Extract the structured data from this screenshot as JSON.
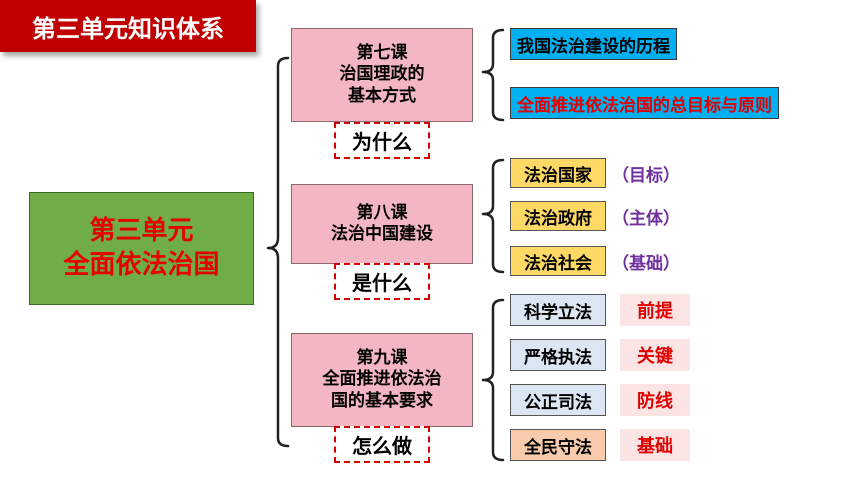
{
  "header": {
    "title": "第三单元知识体系"
  },
  "unit": {
    "line1": "第三单元",
    "line2": "全面依法治国"
  },
  "lessons": [
    {
      "lines": [
        "第七课",
        "治国理政的",
        "基本方式"
      ],
      "question": "为什么",
      "items": [
        "我国法治建设的历程",
        "全面推进依法治国的总目标与原则"
      ]
    },
    {
      "lines": [
        "第八课",
        "法治中国建设"
      ],
      "question": "是什么",
      "items": [
        {
          "label": "法治国家",
          "note": "（目标）"
        },
        {
          "label": "法治政府",
          "note": "（主体）"
        },
        {
          "label": "法治社会",
          "note": "（基础）"
        }
      ]
    },
    {
      "lines": [
        "第九课",
        "全面推进依法治",
        "国的基本要求"
      ],
      "question": "怎么做",
      "items": [
        {
          "label": "科学立法",
          "tag": "前提"
        },
        {
          "label": "严格执法",
          "tag": "关键"
        },
        {
          "label": "公正司法",
          "tag": "防线"
        },
        {
          "label": "全民守法",
          "tag": "基础"
        }
      ]
    }
  ],
  "colors": {
    "banner": "#c00000",
    "unit_box": "#70ad47",
    "unit_text": "#e60000",
    "lesson_box": "#f4b6c2",
    "blue_item": "#00b0f0",
    "yellow_item": "#ffd966",
    "tan_item_light": "#dce6f2",
    "tan_item_dark": "#f8cbad",
    "purple_note": "#7030a0",
    "red_tag": "#e00000"
  }
}
